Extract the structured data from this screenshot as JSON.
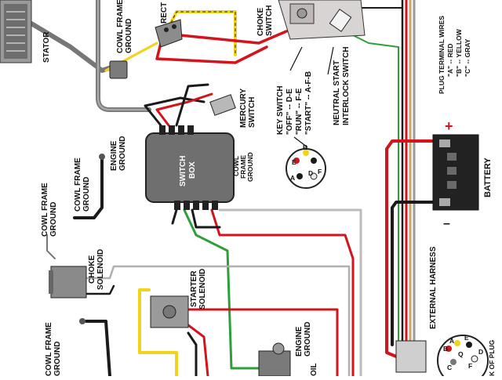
{
  "labels": {
    "stator": "STATOR",
    "cowl_frame_ground_top_1": "COWL FRAME",
    "cowl_frame_ground_top_2": "GROUND",
    "rectifier": "RECT",
    "choke_switch_1": "CHOKE",
    "choke_switch_2": "SWITCH",
    "plug_terminal_title": "PLUG TERMINAL WIRES",
    "plug_a": "\"A\" -- RED",
    "plug_b": "\"B\" -- YELLOW",
    "plug_c": "\"C\" -- GRAY",
    "key_switch_title": "KEY SWITCH",
    "key_off": "\"OFF\" -- D-E",
    "key_run": "\"RUN\" -- F-E",
    "key_start": "\"START\" -- A-F-B",
    "neutral_1": "NEUTRAL START",
    "neutral_2": "INTERLOCK SWITCH",
    "mercury_1": "MERCURY",
    "mercury_2": "SWITCH",
    "engine_ground_1": "ENGINE",
    "engine_ground_2": "GROUND",
    "cowl_left_1": "COWL FRAME",
    "cowl_left_2": "GROUND",
    "cowl_far_left_1": "COWL FRAME",
    "cowl_far_left_2": "GROUND",
    "switch_box_1": "SWITCH",
    "switch_box_2": "BOX",
    "cowl_box_1": "COWL",
    "cowl_box_2": "FRAME",
    "cowl_box_3": "GROUND",
    "battery": "BATTERY",
    "plus": "+",
    "minus": "–",
    "choke_solenoid_1": "CHOKE",
    "choke_solenoid_2": "SOLENOID",
    "starter_solenoid_1": "STARTER",
    "starter_solenoid_2": "SOLENOID",
    "external_harness": "EXTERNAL HARNESS",
    "engine_ground_low_1": "ENGINE",
    "engine_ground_low_2": "GROUND",
    "cowl_bottom_1": "COWL FRAME",
    "cowl_bottom_2": "GROUND",
    "back_of_plug": "K OF PLUG",
    "coil_partial": "OIL",
    "key_pins": [
      "A",
      "E",
      "B",
      "D",
      "F"
    ],
    "plug_pins": [
      "B",
      "A",
      "E",
      "Q",
      "C",
      "F",
      "D"
    ]
  },
  "colors": {
    "red": "#d4141c",
    "yellow": "#f2d21b",
    "black": "#1a1a1a",
    "gray": "#8a8a8a",
    "green": "#2e9e3a",
    "white": "#f4f4f4",
    "tan": "#c9a46a",
    "component": "#6f6f6f"
  }
}
